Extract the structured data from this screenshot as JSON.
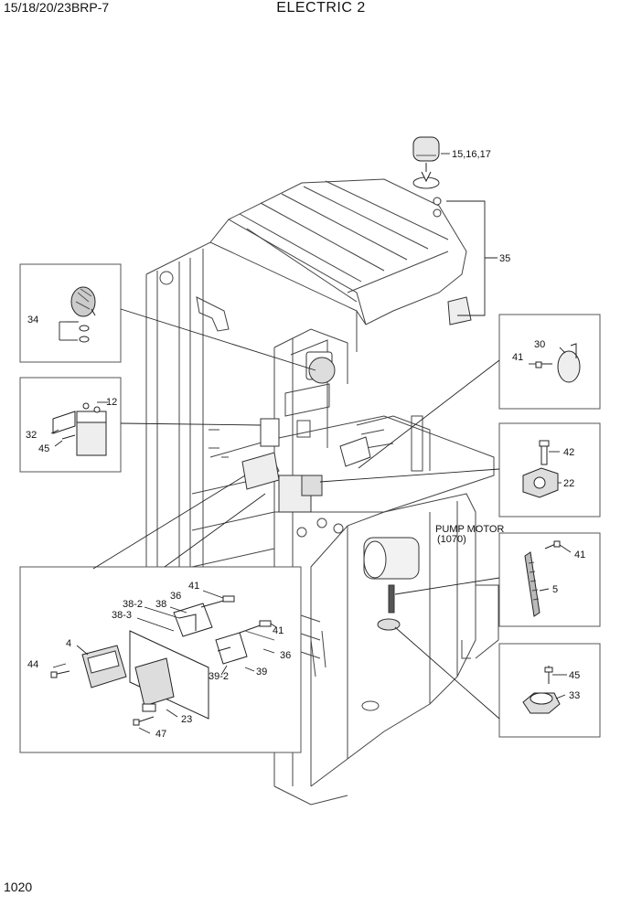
{
  "header": {
    "model": "15/18/20/23BRP-7",
    "title": "ELECTRIC 2"
  },
  "footer": {
    "page_number": "1020"
  },
  "labels": {
    "beacon": "15,16,17",
    "bracket_35": "35",
    "lamp_34": "34",
    "relay_12": "12",
    "bracket_32": "32",
    "screw_45a": "45",
    "horn_30": "30",
    "screw_41a": "41",
    "screw_42": "42",
    "holder_22": "22",
    "pump_motor": "PUMP MOTOR",
    "pump_motor_code": "(1070)",
    "screw_41b": "41",
    "strap_5": "5",
    "screw_45b": "45",
    "buzzer_33": "33",
    "screw_41c": "41",
    "cover_36a": "36",
    "plate_38_2": "38-2",
    "plate_38": "38",
    "plate_38_3": "38-3",
    "screw_41d": "41",
    "controller_4": "4",
    "cover_36b": "36",
    "screw_44": "44",
    "plate_39_2": "39-2",
    "plate_39": "39",
    "module_23": "23",
    "screw_47": "47"
  }
}
